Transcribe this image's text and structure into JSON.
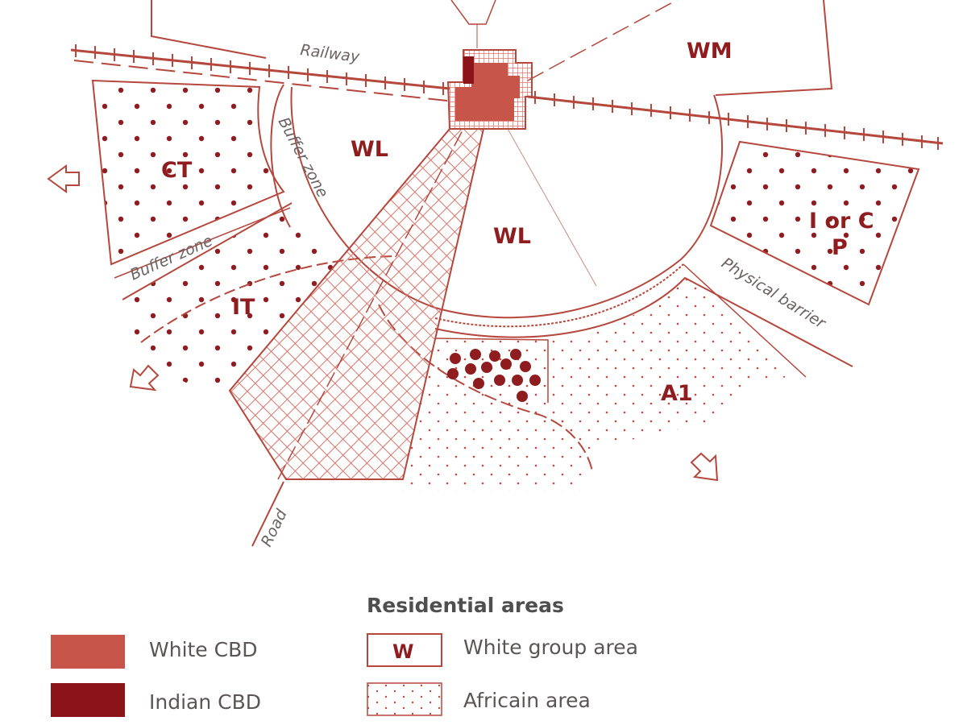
{
  "colors": {
    "line": "#b5473d",
    "dark": "#8f1d1f",
    "white_cbd": "#c8554a",
    "indian_cbd": "#8c1419",
    "hatch": "#d9736a",
    "text_grey": "#6b6262"
  },
  "zones": {
    "wm": "WM",
    "wl_left": "WL",
    "wl_center": "WL",
    "ct": "CT",
    "it": "IT",
    "ic": "I or C",
    "p": "P",
    "a1": "A1"
  },
  "features": {
    "railway": "Railway",
    "buffer_zone_1": "Buffer zone",
    "buffer_zone_2": "Buffer zone",
    "physical_barrier": "Physical barrier",
    "road": "Road"
  },
  "legend": {
    "title": "Residential areas",
    "white_cbd": "White CBD",
    "indian_cbd": "Indian CBD",
    "white_group_symbol": "W",
    "white_group": "White group area",
    "african": "Africain area"
  }
}
